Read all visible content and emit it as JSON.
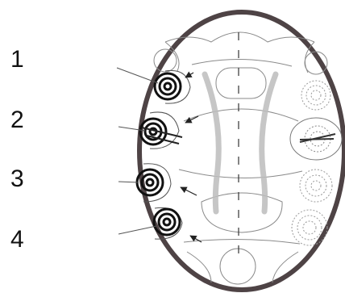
{
  "labels": [
    "1",
    "2",
    "3",
    "4"
  ],
  "colors": {
    "outline": "#4e4345",
    "ink": "#111111",
    "sketch": "#8a8a8a",
    "shade": "#bdbdbd",
    "background": "#ffffff"
  }
}
